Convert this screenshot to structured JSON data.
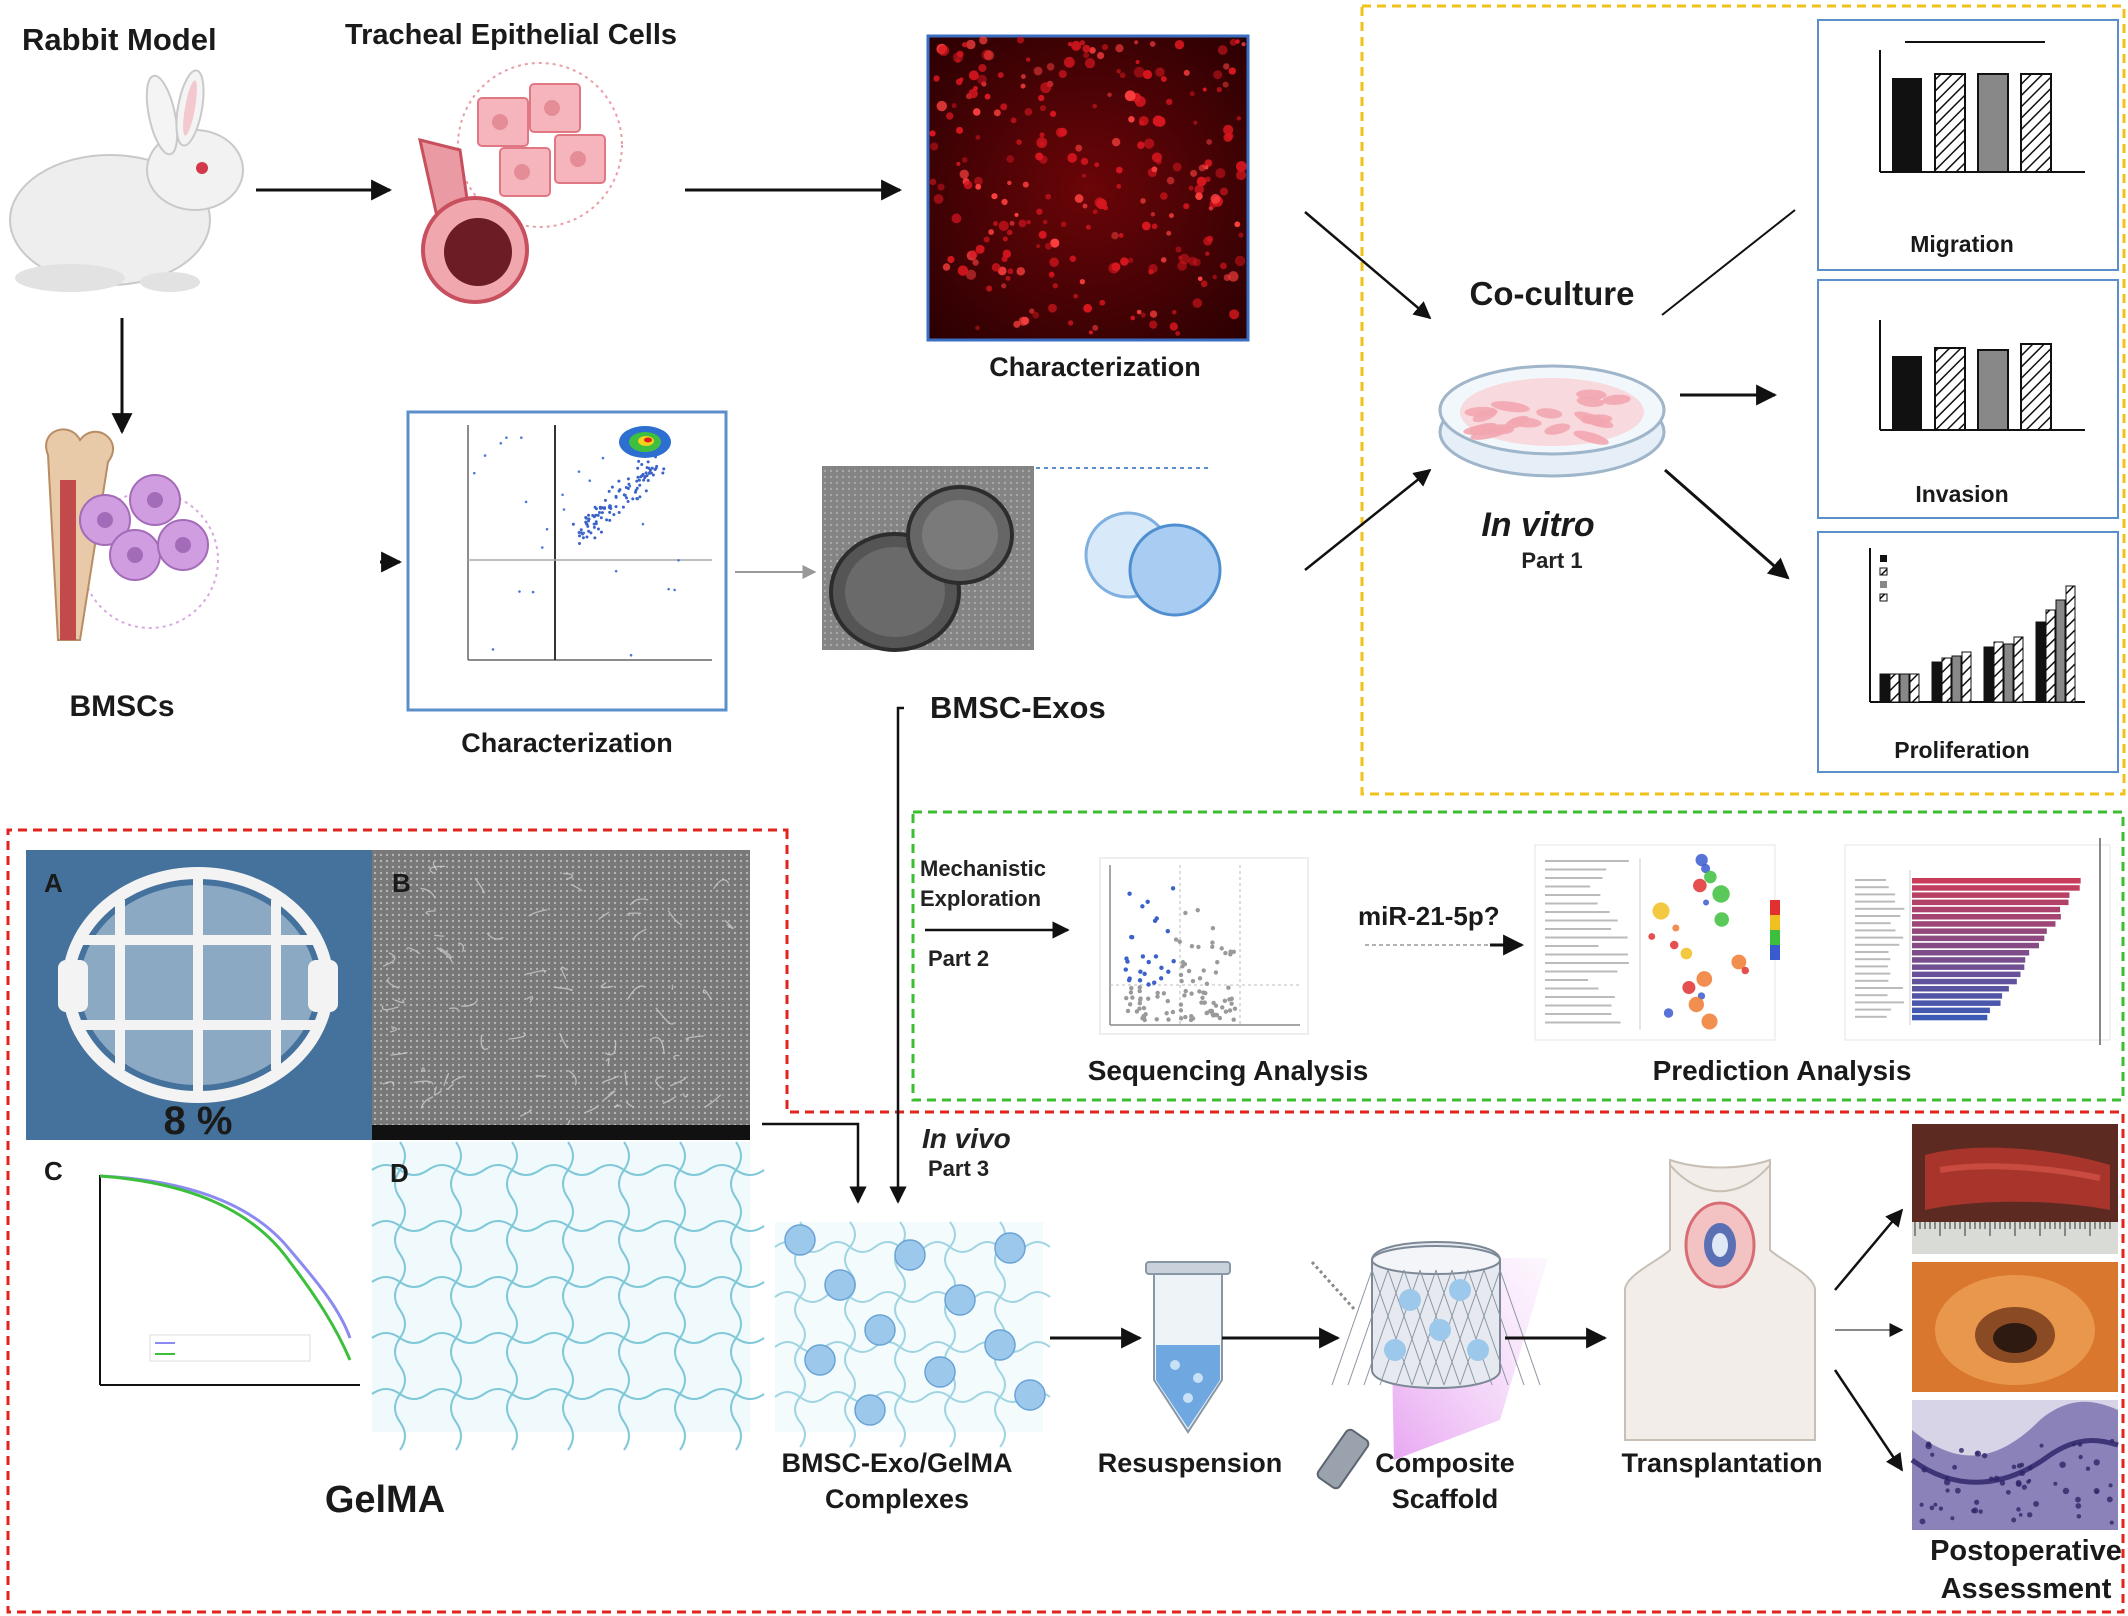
{
  "labels": {
    "rabbit_model": "Rabbit Model",
    "tracheal_cells": "Tracheal Epithelial Cells",
    "characterization_top": "Characterization",
    "bmscs": "BMSCs",
    "characterization_flow": "Characterization",
    "bmsc_exos": "BMSC-Exos",
    "co_culture": "Co-culture",
    "in_vitro": "In vitro",
    "part1": "Part 1",
    "migration": "Migration",
    "invasion": "Invasion",
    "proliferation": "Proliferation",
    "mechanistic_line1": "Mechanistic",
    "mechanistic_line2": "Exploration",
    "part2": "Part 2",
    "mirna": "miR-21-5p?",
    "sequencing": "Sequencing Analysis",
    "prediction": "Prediction Analysis",
    "panel_a": "A",
    "panel_b": "B",
    "panel_c": "C",
    "panel_d": "D",
    "gelma_conc": "8 %",
    "gelma": "GelMA",
    "in_vivo": "In vivo",
    "part3": "Part 3",
    "complex_line1": "BMSC-Exo/GelMA",
    "complex_line2": "Complexes",
    "resuspension": "Resuspension",
    "composite_line1": "Composite",
    "composite_line2": "Scaffold",
    "transplantation": "Transplantation",
    "postop_line1": "Postoperative",
    "postop_line2": "Assessment"
  },
  "colors": {
    "part1_border": "#f2c21b",
    "part2_border": "#3bbf2e",
    "part3_border": "#e0231c",
    "panel_border": "#5b8fc9",
    "fluorescence": "#c0141a",
    "hydrogel_mesh": "#7fc8d8",
    "exosome": "#9cc8ec",
    "scaffold_light": "#d9a6e6"
  },
  "icons": {
    "rabbit": "rabbit-icon",
    "trachea": "trachea-icon",
    "bone": "femur-icon",
    "petri_dish": "petri-dish-icon",
    "tube": "centrifuge-tube-icon",
    "uv_lamp": "uv-lamp-icon",
    "patient": "neck-transplant-icon"
  }
}
